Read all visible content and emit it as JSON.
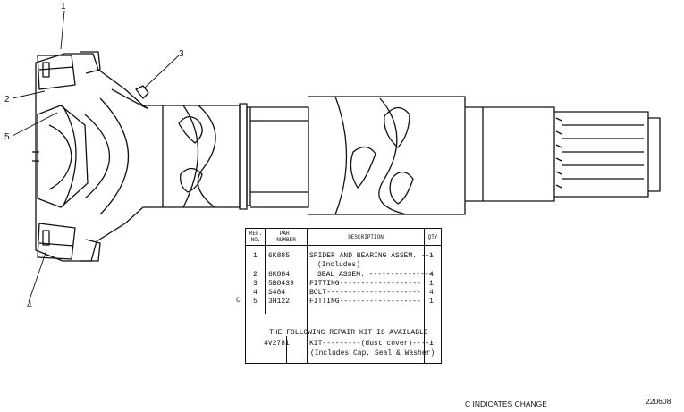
{
  "callouts": [
    "1",
    "2",
    "3",
    "4",
    "5"
  ],
  "table": {
    "headers": {
      "ref_no": "REF.\nNO.",
      "part_number": "PART\nNUMBER",
      "description": "DESCRIPTION",
      "qty": "QTY"
    },
    "rows": [
      {
        "ref": "1",
        "part": "6K885",
        "desc": "SPIDER AND BEARING ASSEM. ---",
        "qty": "1"
      },
      {
        "ref": "",
        "part": "",
        "desc": "(Includes)",
        "qty": ""
      },
      {
        "ref": "2",
        "part": "6K884",
        "desc": "SEAL ASSEM. ---------------",
        "qty": "4"
      },
      {
        "ref": "3",
        "part": "5B8439",
        "desc": "FITTING-------------------",
        "qty": "1"
      },
      {
        "ref": "4",
        "part": "S484",
        "desc": "BOLT----------------------",
        "qty": "4"
      },
      {
        "ref": "5",
        "part": "3H122",
        "desc": "FITTING-------------------",
        "qty": "1"
      }
    ],
    "change_marker": "C",
    "repair_kit_heading": "THE FOLLOWING REPAIR KIT IS AVAILABLE",
    "kit_row": {
      "part": "4V2781",
      "desc": "KIT---------(dust cover)-----",
      "qty": "1"
    },
    "kit_note": "(Includes Cap, Seal & Washer)"
  },
  "footer": {
    "change_note": "C  INDICATES CHANGE",
    "figure_id": "220608"
  }
}
